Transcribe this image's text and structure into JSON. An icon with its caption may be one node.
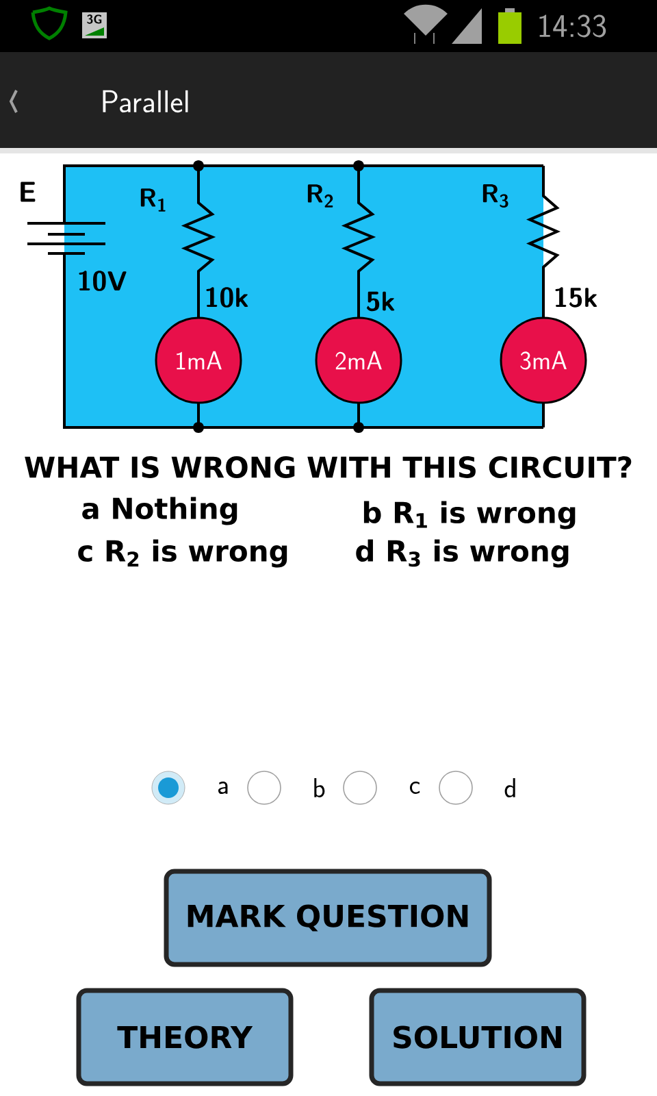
{
  "diagram": {
    "title": "Parallel",
    "nodes": [
      {
        "text": [
          "1mA"
        ]
      },
      {
        "text": [
          "2mA"
        ]
      },
      {
        "text": [
          "3mA"
        ]
      },
      {
        "text": [
          "MARK QUESTION"
        ]
      },
      {
        "text": [
          "THEORY"
        ]
      },
      {
        "text": [
          "SOLUTION"
        ]
      }
    ],
    "labels": [
      "3G",
      "14:33",
      "E",
      "R$_{1}$",
      "R$_{2}$",
      "R$_{3}$",
      "10V",
      "10k",
      "5k",
      "15k",
      "WHAT IS WRONG WITH THIS CIRCUIT?",
      "a Nothing",
      "b R$_{1}$ is wrong",
      "c R$_{2}$ is wrong",
      "d R$_{3}$ is wrong",
      "a",
      "b",
      "c",
      "d"
    ]
  }
}
